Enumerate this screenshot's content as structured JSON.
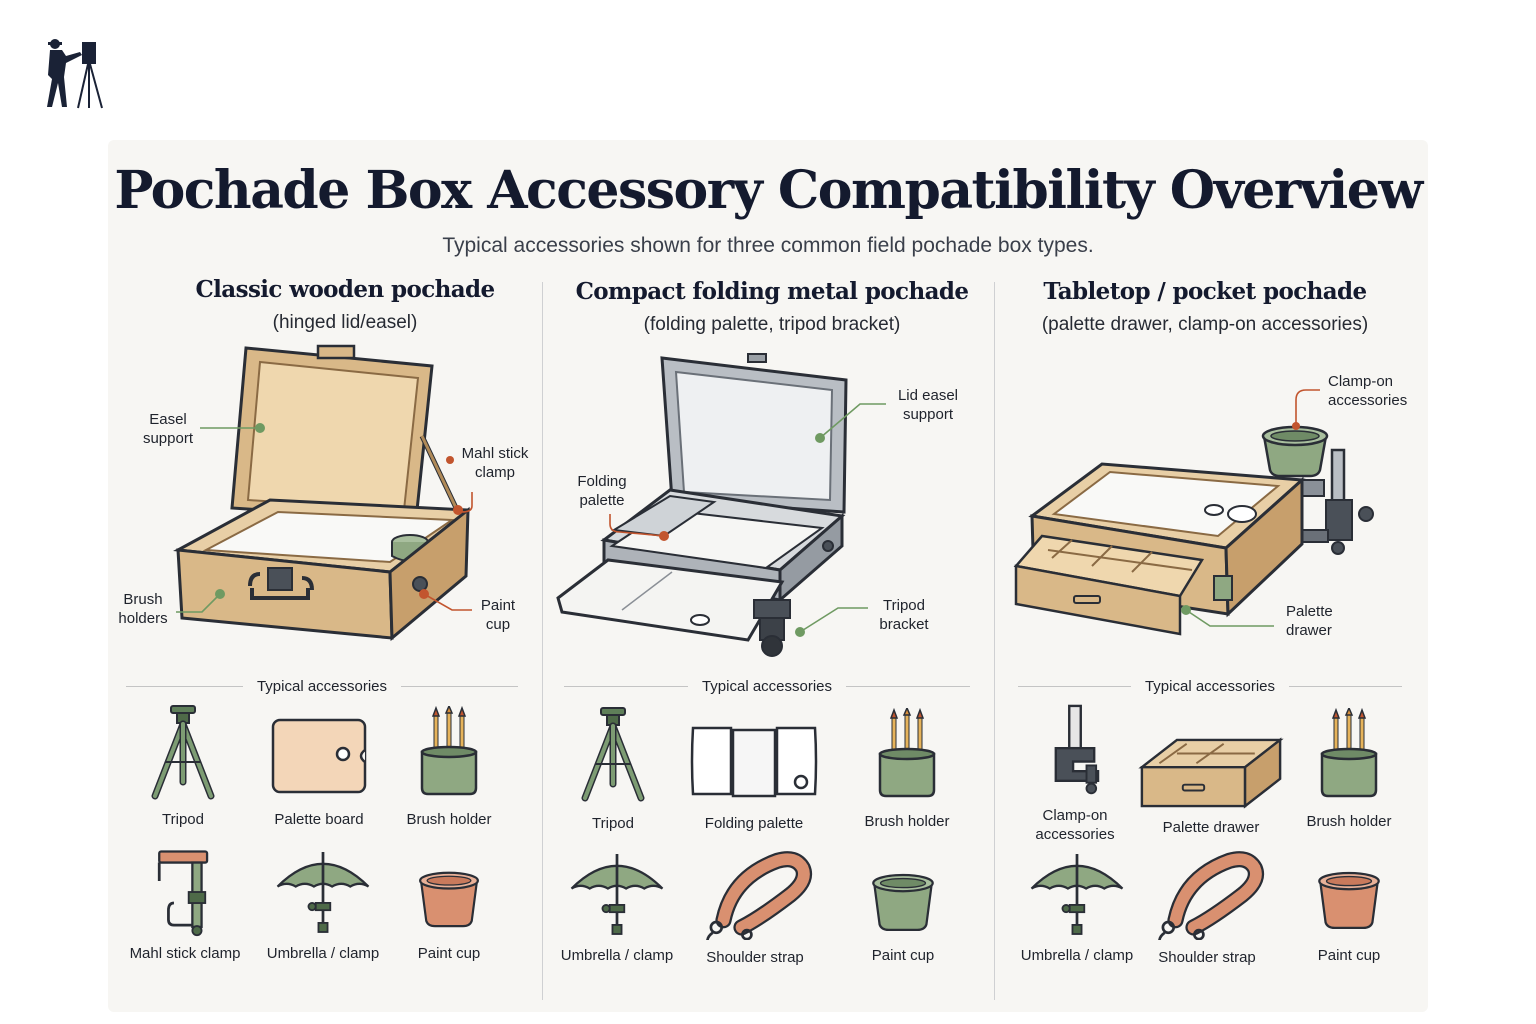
{
  "title": "Pochade Box Accessory Compatibility Overview",
  "subtitle": "Typical accessories shown for three common field pochade box types.",
  "colors": {
    "wood": "#d9b888",
    "wood_dark": "#8a6a44",
    "green": "#8fa882",
    "green_dark": "#4e6a48",
    "callout_green": "#6f9a62",
    "callout_red": "#c2552e",
    "terracotta": "#d99070",
    "ink": "#2a2e36"
  },
  "columns": [
    {
      "title": "Classic wooden pochade",
      "subtitle": "(hinged lid/easel)",
      "callouts": [
        {
          "text": "Easel\nsupport",
          "color": "green"
        },
        {
          "text": "Mahl stick\nclamp",
          "color": "red"
        },
        {
          "text": "Brush\nholders",
          "color": "green"
        },
        {
          "text": "Paint\ncup",
          "color": "red"
        }
      ],
      "section_label": "Typical accessories",
      "accessories": [
        {
          "label": "Tripod",
          "icon": "tripod-icon"
        },
        {
          "label": "Palette board",
          "icon": "palette-board-icon"
        },
        {
          "label": "Brush holder",
          "icon": "brush-holder-icon"
        },
        {
          "label": "Mahl stick clamp",
          "icon": "mahl-stick-clamp-icon"
        },
        {
          "label": "Umbrella / clamp",
          "icon": "umbrella-icon"
        },
        {
          "label": "Paint cup",
          "icon": "paint-cup-icon"
        }
      ]
    },
    {
      "title": "Compact folding metal pochade",
      "subtitle": "(folding palette, tripod bracket)",
      "callouts": [
        {
          "text": "Lid easel\nsupport",
          "color": "green"
        },
        {
          "text": "Folding\npalette",
          "color": "red"
        },
        {
          "text": "Tripod\nbracket",
          "color": "green"
        }
      ],
      "section_label": "Typical accessories",
      "accessories": [
        {
          "label": "Tripod",
          "icon": "tripod-icon"
        },
        {
          "label": "Folding palette",
          "icon": "folding-palette-icon"
        },
        {
          "label": "Brush holder",
          "icon": "brush-holder-icon"
        },
        {
          "label": "Umbrella / clamp",
          "icon": "umbrella-icon"
        },
        {
          "label": "Shoulder strap",
          "icon": "shoulder-strap-icon"
        },
        {
          "label": "Paint cup",
          "icon": "paint-cup-icon"
        }
      ]
    },
    {
      "title": "Tabletop / pocket pochade",
      "subtitle": "(palette drawer, clamp-on accessories)",
      "callouts": [
        {
          "text": "Clamp-on\naccessories",
          "color": "red"
        },
        {
          "text": "Palette\ndrawer",
          "color": "green"
        }
      ],
      "section_label": "Typical accessories",
      "accessories": [
        {
          "label": "Clamp-on\naccessories",
          "icon": "clamp-icon"
        },
        {
          "label": "Palette drawer",
          "icon": "palette-drawer-icon"
        },
        {
          "label": "Brush holder",
          "icon": "brush-holder-icon"
        },
        {
          "label": "Umbrella / clamp",
          "icon": "umbrella-icon"
        },
        {
          "label": "Shoulder strap",
          "icon": "shoulder-strap-icon"
        },
        {
          "label": "Paint cup",
          "icon": "paint-cup-icon"
        }
      ]
    }
  ]
}
